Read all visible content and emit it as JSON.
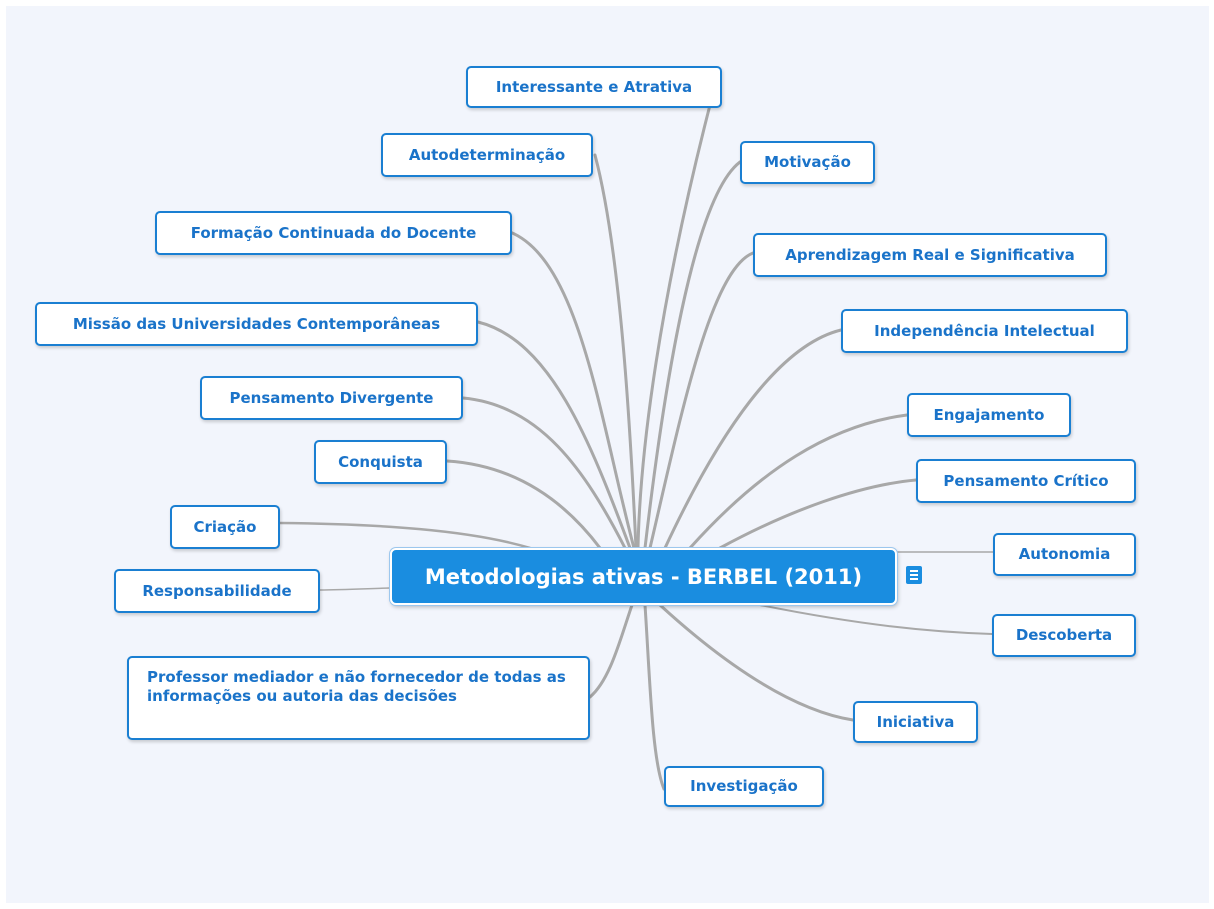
{
  "map": {
    "central_topic": "Metodologias ativas - BERBEL (2011)",
    "note_icon": "note-icon",
    "colors": {
      "central_fill": "#1a8de0",
      "topic_border": "#1a7fd2",
      "topic_text": "#1a73c9",
      "link": "#a8a8a8",
      "background": "#f2f5fc"
    },
    "topics": [
      {
        "id": "interessante",
        "label": "Interessante e Atrativa"
      },
      {
        "id": "autodeterminacao",
        "label": "Autodeterminação"
      },
      {
        "id": "formacao",
        "label": "Formação Continuada do Docente"
      },
      {
        "id": "missao",
        "label": "Missão das Universidades Contemporâneas"
      },
      {
        "id": "pensamento-divergente",
        "label": "Pensamento Divergente"
      },
      {
        "id": "conquista",
        "label": "Conquista"
      },
      {
        "id": "criacao",
        "label": "Criação"
      },
      {
        "id": "responsabilidade",
        "label": "Responsabilidade"
      },
      {
        "id": "professor",
        "label": "Professor mediador e não fornecedor de todas as informações ou autoria das decisões"
      },
      {
        "id": "investigacao",
        "label": "Investigação"
      },
      {
        "id": "iniciativa",
        "label": "Iniciativa"
      },
      {
        "id": "descoberta",
        "label": "Descoberta"
      },
      {
        "id": "autonomia",
        "label": "Autonomia"
      },
      {
        "id": "pensamento-critico",
        "label": "Pensamento Crítico"
      },
      {
        "id": "engajamento",
        "label": "Engajamento"
      },
      {
        "id": "independencia",
        "label": "Independência Intelectual"
      },
      {
        "id": "aprendizagem",
        "label": "Aprendizagem Real e Significativa"
      },
      {
        "id": "motivacao",
        "label": "Motivação"
      }
    ]
  }
}
